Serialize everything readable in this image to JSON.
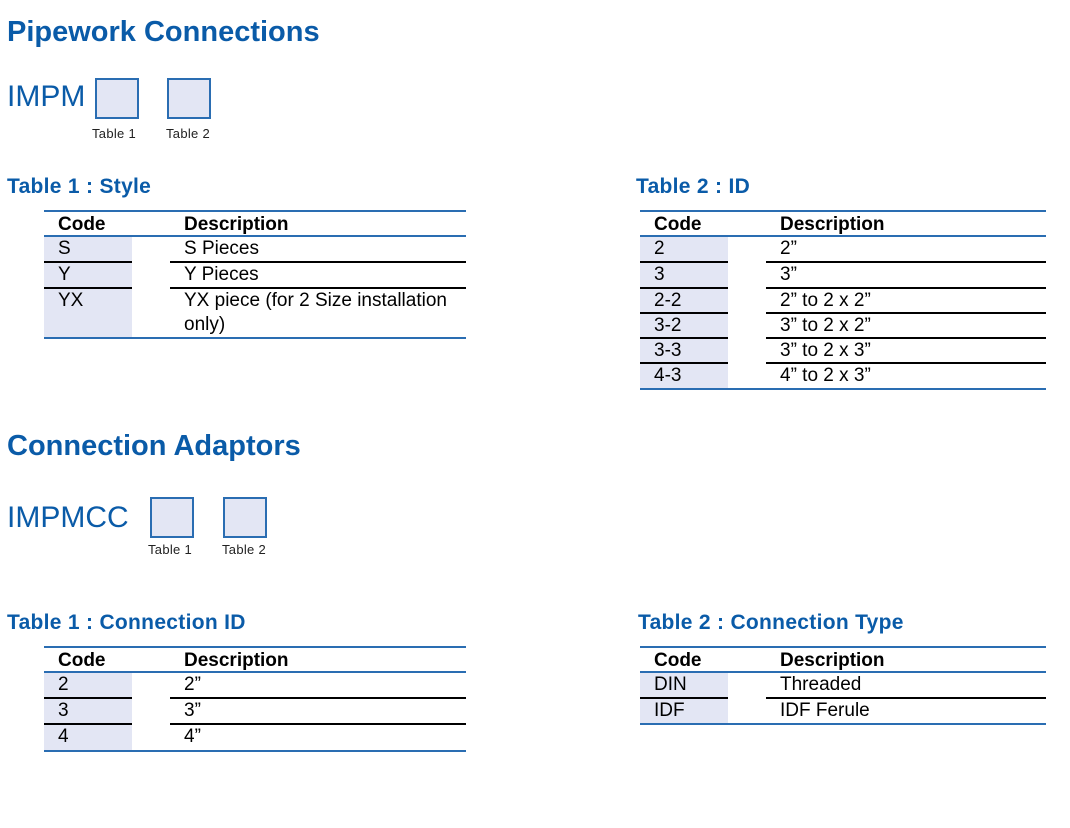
{
  "section1": {
    "heading": "Pipework Connections",
    "code_prefix": "IMPM",
    "box_labels": [
      "Table 1",
      "Table 2"
    ],
    "table1": {
      "title": "Table 1 : Style",
      "headers": {
        "code": "Code",
        "description": "Description"
      },
      "rows": [
        {
          "code": "S",
          "description": "S Pieces"
        },
        {
          "code": "Y",
          "description": "Y Pieces"
        },
        {
          "code": "YX",
          "description": "YX piece (for 2 Size installation only)"
        }
      ]
    },
    "table2": {
      "title": "Table 2 : ID",
      "headers": {
        "code": "Code",
        "description": "Description"
      },
      "rows": [
        {
          "code": "2",
          "description": "2”"
        },
        {
          "code": "3",
          "description": "3”"
        },
        {
          "code": "2-2",
          "description": "2” to 2 x 2”"
        },
        {
          "code": "3-2",
          "description": "3” to 2 x 2”"
        },
        {
          "code": "3-3",
          "description": "3” to 2 x 3”"
        },
        {
          "code": "4-3",
          "description": "4” to 2 x 3”"
        }
      ]
    }
  },
  "section2": {
    "heading": "Connection Adaptors",
    "code_prefix": "IMPMCC",
    "box_labels": [
      "Table 1",
      "Table 2"
    ],
    "table1": {
      "title": "Table 1 : Connection ID",
      "headers": {
        "code": "Code",
        "description": "Description"
      },
      "rows": [
        {
          "code": "2",
          "description": "2”"
        },
        {
          "code": "3",
          "description": "3”"
        },
        {
          "code": "4",
          "description": "4”"
        }
      ]
    },
    "table2": {
      "title": "Table 2 : Connection Type",
      "headers": {
        "code": "Code",
        "description": "Description"
      },
      "rows": [
        {
          "code": "DIN",
          "description": "Threaded"
        },
        {
          "code": "IDF",
          "description": "IDF Ferule"
        }
      ]
    }
  },
  "colors": {
    "accent": "#0a5ba8",
    "rule": "#2a6db2",
    "cell_fill": "#e3e6f4"
  }
}
